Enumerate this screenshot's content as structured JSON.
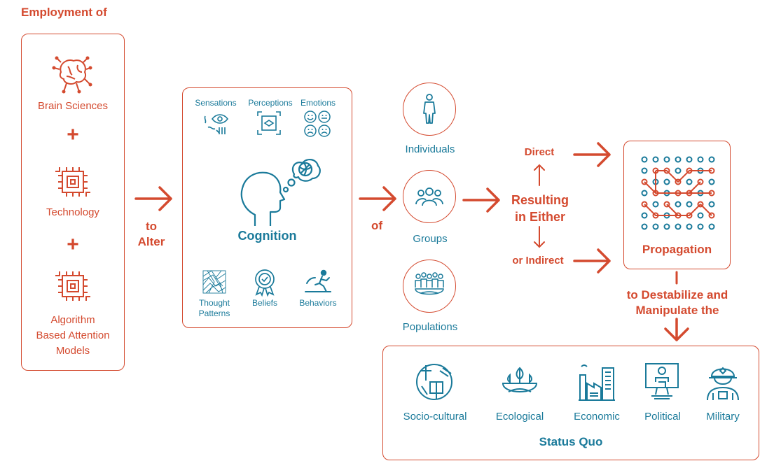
{
  "header": {
    "title": "Employment of"
  },
  "employment": {
    "items": [
      {
        "label": "Brain Sciences",
        "icon": "brain-circuit-icon"
      },
      {
        "label": "Technology",
        "icon": "chip-icon"
      },
      {
        "label_lines": [
          "Algorithm",
          "Based Attention",
          "Models"
        ],
        "icon": "chip-icon"
      }
    ],
    "plus": "+"
  },
  "connector_alter": {
    "line1": "to",
    "line2": "Alter"
  },
  "cognition": {
    "title": "Cognition",
    "top_items": [
      {
        "label": "Sensations",
        "icon": "sensations-icon"
      },
      {
        "label": "Perceptions",
        "icon": "perceptions-icon"
      },
      {
        "label": "Emotions",
        "icon": "emotions-icon"
      }
    ],
    "bottom_items": [
      {
        "label_lines": [
          "Thought",
          "Patterns"
        ],
        "icon": "thought-patterns-icon"
      },
      {
        "label": "Beliefs",
        "icon": "beliefs-icon"
      },
      {
        "label": "Behaviors",
        "icon": "behaviors-icon"
      }
    ]
  },
  "connector_of": "of",
  "targets": [
    {
      "label": "Individuals",
      "icon": "person-icon"
    },
    {
      "label": "Groups",
      "icon": "group-icon"
    },
    {
      "label": "Populations",
      "icon": "population-icon"
    }
  ],
  "resulting": {
    "line1": "Resulting",
    "line2": "in Either",
    "direct": "Direct",
    "indirect": "or Indirect"
  },
  "propagation": {
    "label": "Propagation"
  },
  "destabilize": {
    "line1": "to Destabilize and",
    "line2": "Manipulate the"
  },
  "status_quo": {
    "title": "Status Quo",
    "items": [
      {
        "label": "Socio-cultural",
        "icon": "socio-cultural-icon"
      },
      {
        "label": "Ecological",
        "icon": "ecological-icon"
      },
      {
        "label": "Economic",
        "icon": "economic-icon"
      },
      {
        "label": "Political",
        "icon": "political-icon"
      },
      {
        "label": "Military",
        "icon": "military-icon"
      }
    ]
  },
  "colors": {
    "red": "#d44a2f",
    "blue": "#1a7a9a"
  }
}
